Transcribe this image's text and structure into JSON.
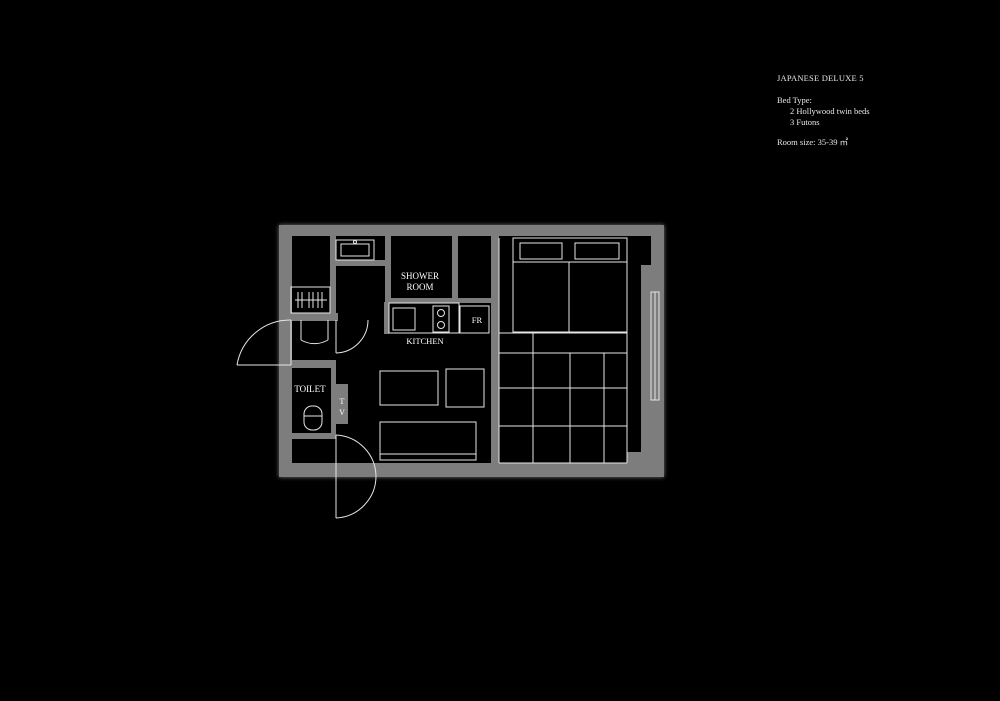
{
  "plan_info": {
    "title": "JAPANESE DELUXE 5",
    "bed_type_label": "Bed Type:",
    "bed_type_items": [
      "2 Hollywood twin beds",
      "3 Futons"
    ],
    "room_size": "Room size: 35-39 ㎡"
  },
  "room_labels": {
    "shower_room_line1": "SHOWER",
    "shower_room_line2": "ROOM",
    "kitchen": "KITCHEN",
    "fridge": "FR",
    "toilet": "TOILET",
    "tv_line1": "T",
    "tv_line2": "V"
  }
}
